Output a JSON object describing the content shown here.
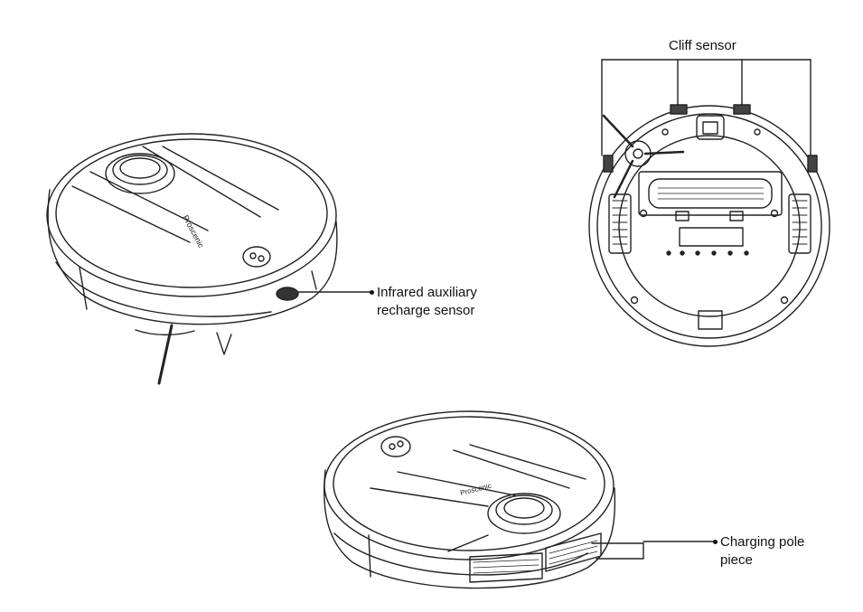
{
  "labels": {
    "cliff_sensor": "Cliff sensor",
    "infrared_line1": "Infrared auxiliary",
    "infrared_line2": "recharge sensor",
    "charging_line1": "Charging pole",
    "charging_line2": "piece"
  },
  "brand": "Proscenic",
  "colors": {
    "stroke": "#222222",
    "background": "#ffffff"
  }
}
